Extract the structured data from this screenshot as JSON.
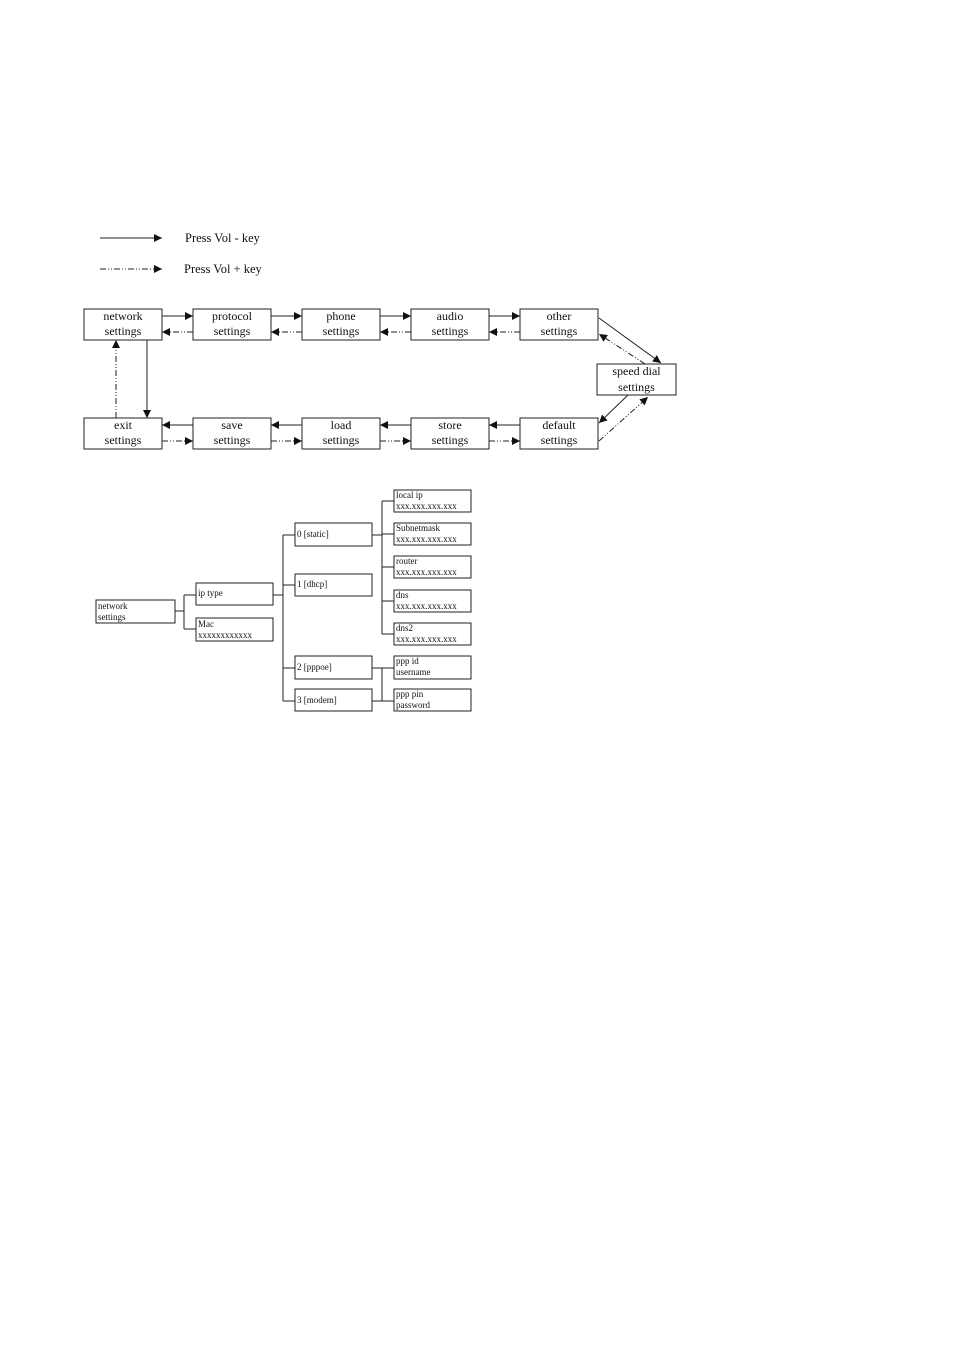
{
  "legend": {
    "vol_minus": "Press Vol  -  key",
    "vol_plus": "Press Vol  +  key"
  },
  "flow": {
    "network": [
      "network",
      "settings"
    ],
    "protocol": [
      "protocol",
      "settings"
    ],
    "phone": [
      "phone",
      "settings"
    ],
    "audio": [
      "audio",
      "settings"
    ],
    "other": [
      "other",
      "settings"
    ],
    "speed": [
      "speed dial",
      "settings"
    ],
    "default": [
      "default",
      "settings"
    ],
    "store": [
      "store",
      "settings"
    ],
    "load": [
      "load",
      "settings"
    ],
    "save": [
      "save",
      "settings"
    ],
    "exit": [
      "exit",
      "settings"
    ]
  },
  "tree": {
    "root": [
      "network",
      "settings"
    ],
    "ip_type": [
      "ip type"
    ],
    "mac": [
      "Mac",
      "xxxxxxxxxxxx"
    ],
    "static": [
      "0 [static]"
    ],
    "dhcp": [
      "1 [dhcp]"
    ],
    "pppoe": [
      "2 [pppoe]"
    ],
    "modem": [
      "3 [modem]"
    ],
    "local_ip": [
      "local ip",
      "xxx.xxx.xxx.xxx"
    ],
    "subnetmask": [
      "Subnetmask",
      "xxx.xxx.xxx.xxx"
    ],
    "router": [
      "router",
      "xxx.xxx.xxx.xxx"
    ],
    "dns": [
      "dns",
      "xxx.xxx.xxx.xxx"
    ],
    "dns2": [
      "dns2",
      "xxx.xxx.xxx.xxx"
    ],
    "ppp_id": [
      "ppp id",
      "username"
    ],
    "ppp_pin": [
      "ppp pin",
      "password"
    ]
  }
}
